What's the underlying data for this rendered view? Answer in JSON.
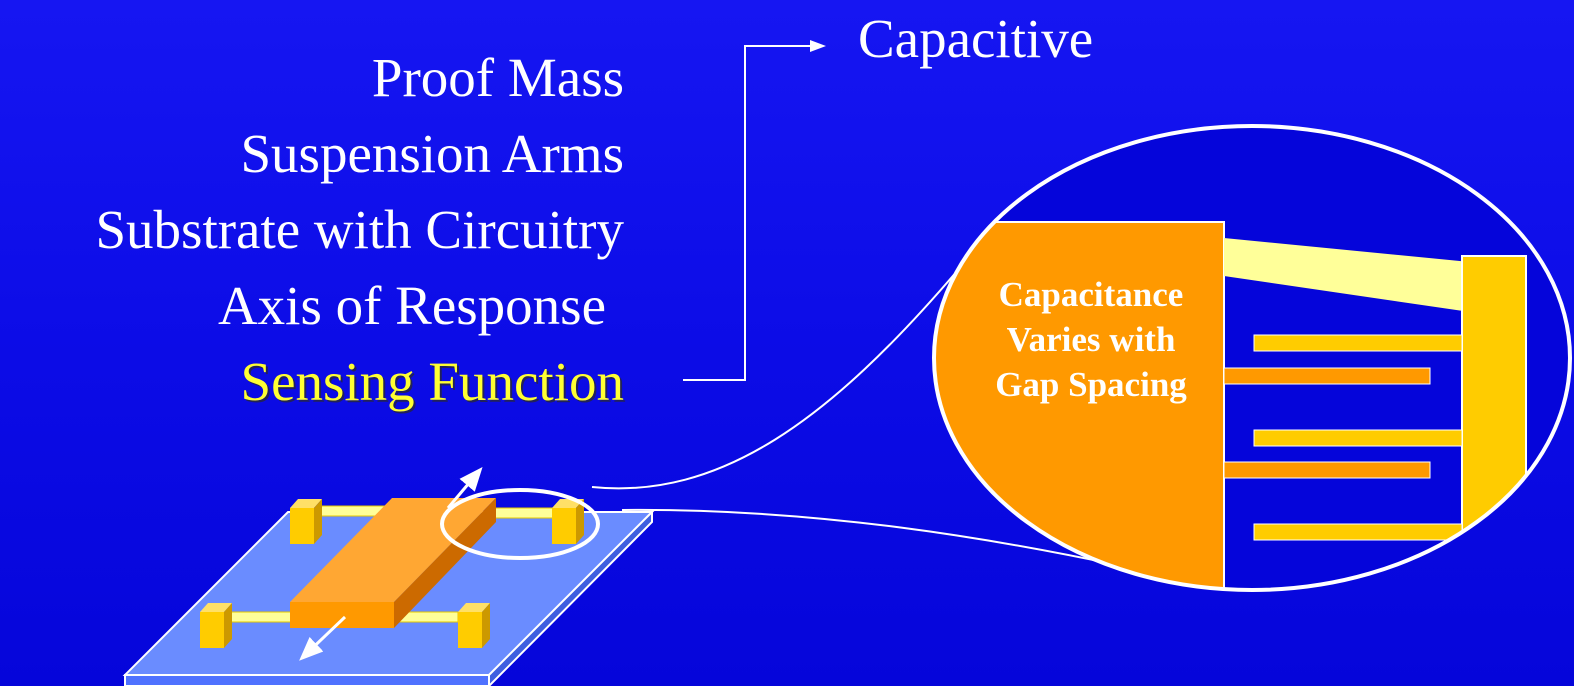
{
  "labels": {
    "proof_mass": "Proof Mass",
    "suspension_arms": "Suspension Arms",
    "substrate": "Substrate with Circuitry",
    "axis": "Axis of Response",
    "sensing": "Sensing Function"
  },
  "sensing_type": "Capacitive",
  "callout": {
    "line1": "Capacitance",
    "line2": "Varies with",
    "line3": "Gap Spacing"
  },
  "colors": {
    "background": "#0d0de8",
    "highlight_text": "#ffff33",
    "proof_mass": "#ff9900",
    "anchor": "#ffcc00",
    "arm": "#ffff99",
    "substrate": "#6a8cff"
  }
}
